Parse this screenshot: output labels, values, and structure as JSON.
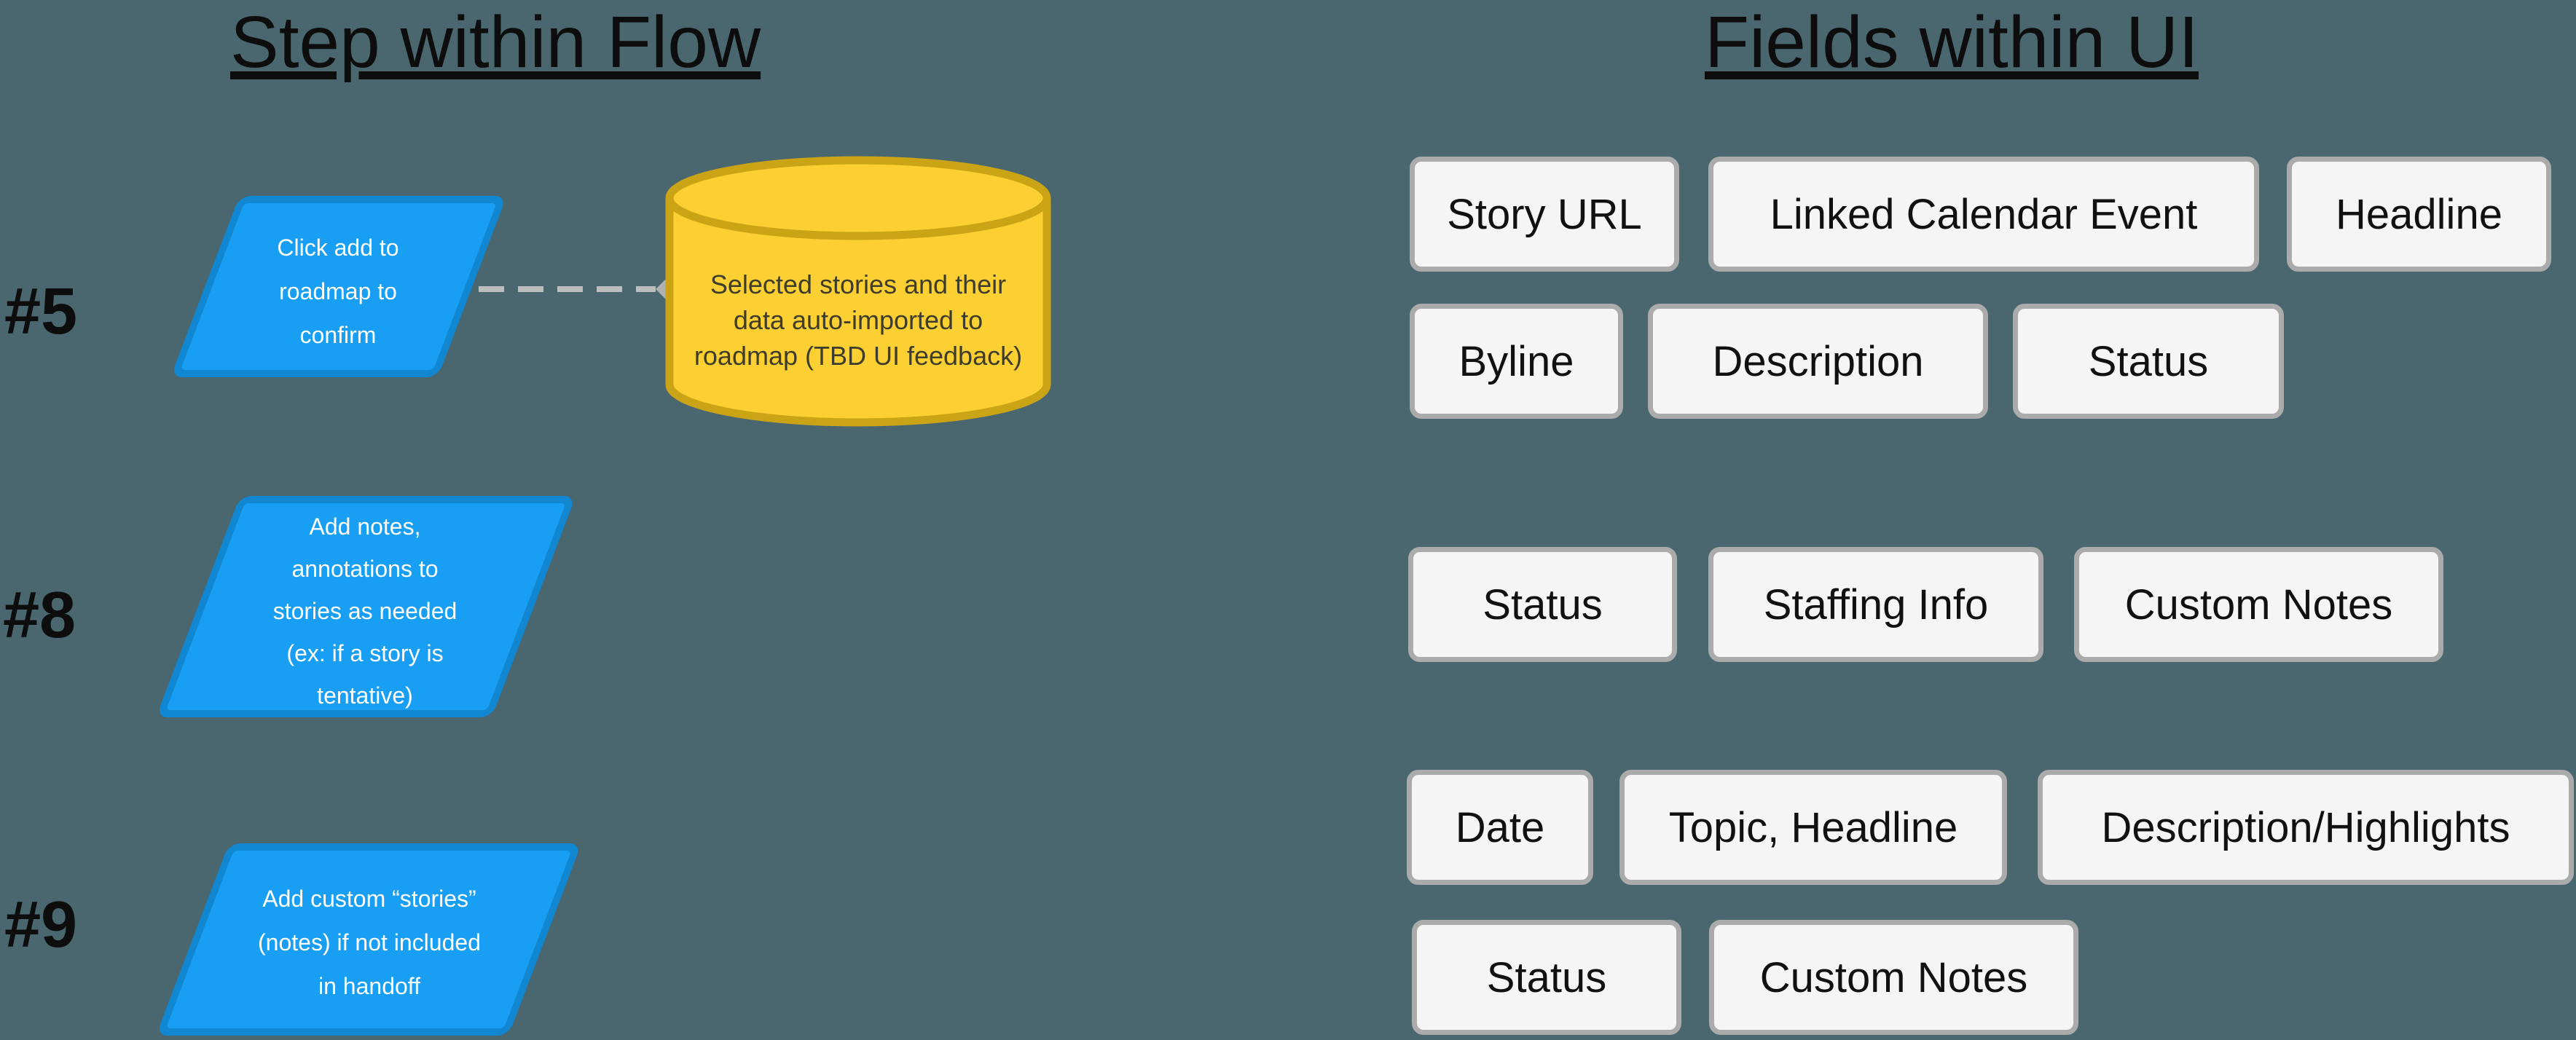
{
  "headings": {
    "left": "Step within Flow",
    "right": "Fields within UI"
  },
  "steps": [
    {
      "label": "#5",
      "shape": "parallelogram",
      "text": "Click add to\nroadmap to\nconfirm"
    },
    {
      "label": "#8",
      "shape": "parallelogram",
      "text": "Add notes,\nannotations to\nstories as needed\n(ex: if a story is\ntentative)"
    },
    {
      "label": "#9",
      "shape": "parallelogram",
      "text": "Add custom “stories”\n(notes) if not included\nin handoff"
    }
  ],
  "datastore": {
    "shape": "cylinder",
    "text": "Selected stories and their\ndata auto-imported to\nroadmap (TBD UI feedback)"
  },
  "connector": {
    "style": "dashed",
    "endpoint": "diamond"
  },
  "fields": {
    "step5": [
      "Story URL",
      "Linked Calendar Event",
      "Headline",
      "Byline",
      "Description",
      "Status"
    ],
    "step8": [
      "Status",
      "Staffing Info",
      "Custom Notes"
    ],
    "step9": [
      "Date",
      "Topic, Headline",
      "Description/Highlights",
      "Status",
      "Custom Notes"
    ]
  },
  "colors": {
    "bg": "#4A6770",
    "shape_blue": "#189EF2",
    "shape_blue_border": "#1186D1",
    "cyl_fill": "#FCCF33",
    "cyl_border": "#CBA416",
    "cyl_text": "#3E3C2B",
    "chip_bg": "#F5F5F5",
    "chip_border": "#ABABAB",
    "connector": "#BDBDBD",
    "diamond": "#B0B0B0",
    "ink": "#0D0D0D"
  }
}
